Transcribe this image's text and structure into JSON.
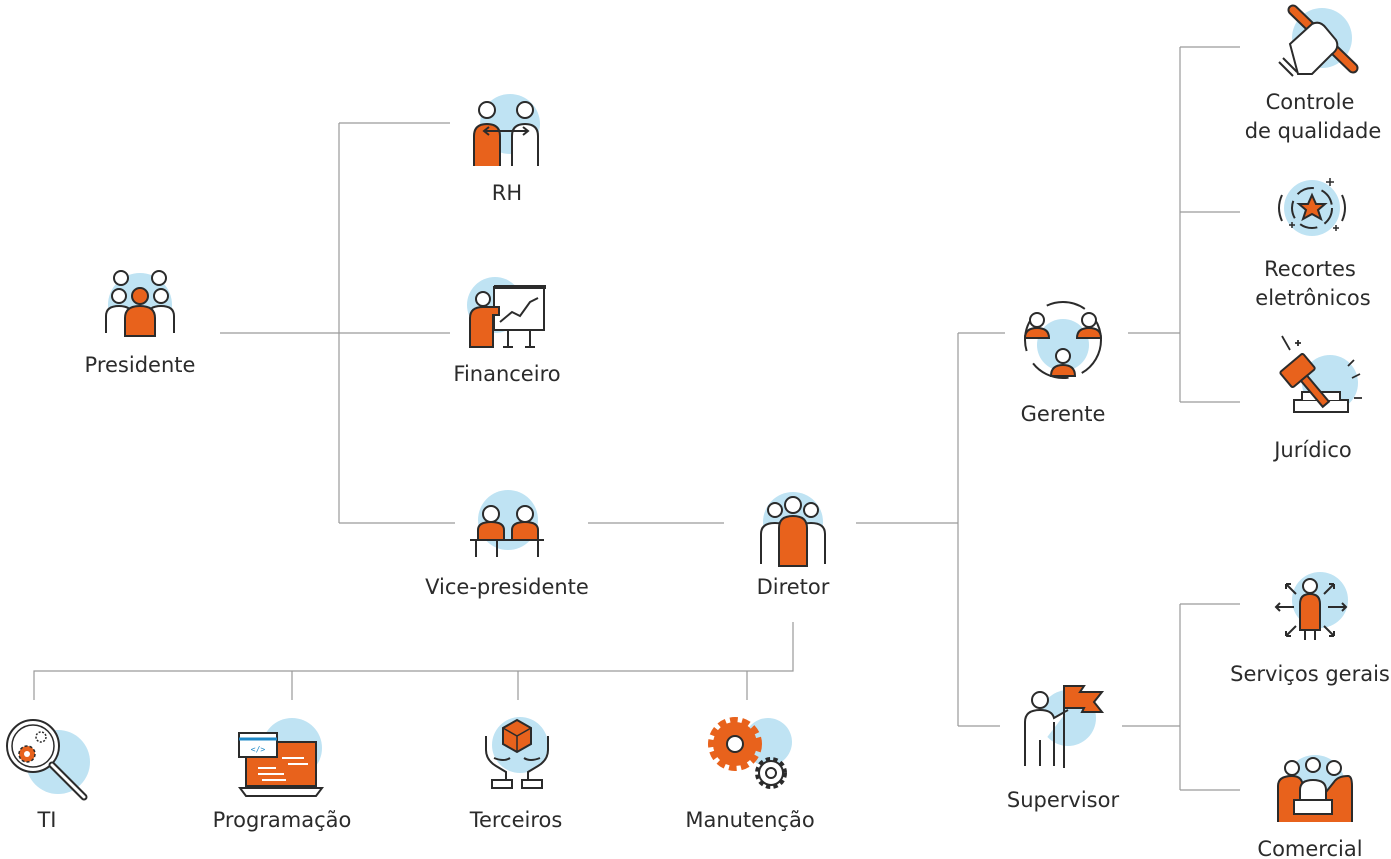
{
  "colors": {
    "accent": "#e8621c",
    "circle": "#bfe3f3",
    "line": "#9a9a9a",
    "ink": "#2b2b2b",
    "screen_blue": "#1e88c7"
  },
  "nodes": {
    "presidente": {
      "label": "Presidente",
      "icon": "group-three-people-icon"
    },
    "rh": {
      "label": "RH",
      "icon": "two-people-exchange-icon"
    },
    "financeiro": {
      "label": "Financeiro",
      "icon": "presentation-chart-icon"
    },
    "vice": {
      "label": "Vice-presidente",
      "icon": "two-people-desk-icon"
    },
    "diretor": {
      "label": "Diretor",
      "icon": "group-leader-icon"
    },
    "gerente": {
      "label": "Gerente",
      "icon": "team-cycle-icon"
    },
    "supervisor": {
      "label": "Supervisor",
      "icon": "person-flag-icon"
    },
    "controle": {
      "label_lines": [
        "Controle",
        "de qualidade"
      ],
      "icon": "hand-pencil-icon"
    },
    "recortes": {
      "label_lines": [
        "Recortes",
        "eletrônicos"
      ],
      "icon": "star-badge-icon"
    },
    "juridico": {
      "label": "Jurídico",
      "icon": "gavel-icon"
    },
    "servicos": {
      "label": "Serviços gerais",
      "icon": "person-arrows-icon"
    },
    "comercial": {
      "label": "Comercial",
      "icon": "meeting-table-icon"
    },
    "ti": {
      "label": "TI",
      "icon": "magnifier-gear-icon"
    },
    "programacao": {
      "label": "Programação",
      "icon": "laptop-code-icon"
    },
    "terceiros": {
      "label": "Terceiros",
      "icon": "hands-box-icon"
    },
    "manutencao": {
      "label": "Manutenção",
      "icon": "gears-icon"
    }
  }
}
